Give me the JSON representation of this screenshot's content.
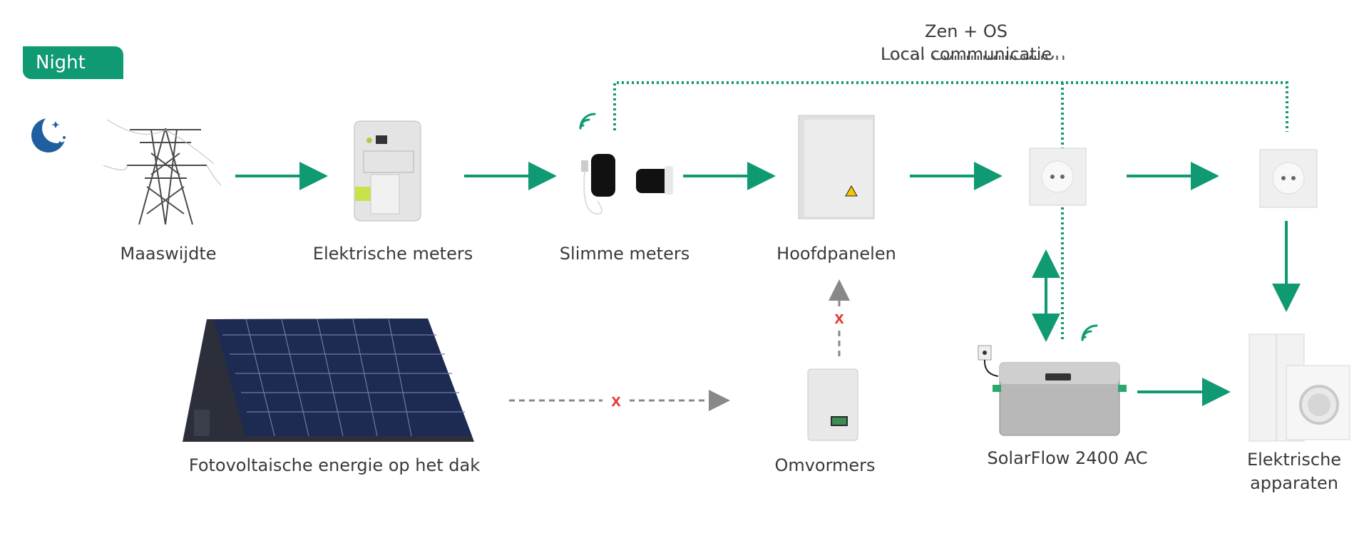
{
  "badge": "Night",
  "comm": {
    "line1": "Zen + OS",
    "line2": "Local communicatie",
    "line3_clipped": "Local Communication"
  },
  "labels": {
    "grid": "Maaswijdte",
    "meter": "Elektrische meters",
    "smart": "Slimme meters",
    "panel": "Hoofdpanelen",
    "solar": "Fotovoltaische energie op het dak",
    "inverter": "Omvormers",
    "solarflow": "SolarFlow 2400 AC",
    "appliances_1": "Elektrische",
    "appliances_2": "apparaten"
  },
  "blocked_mark": "x",
  "colors": {
    "accent": "#0f9a73",
    "blocked": "#e53935",
    "inactive": "#888888"
  }
}
